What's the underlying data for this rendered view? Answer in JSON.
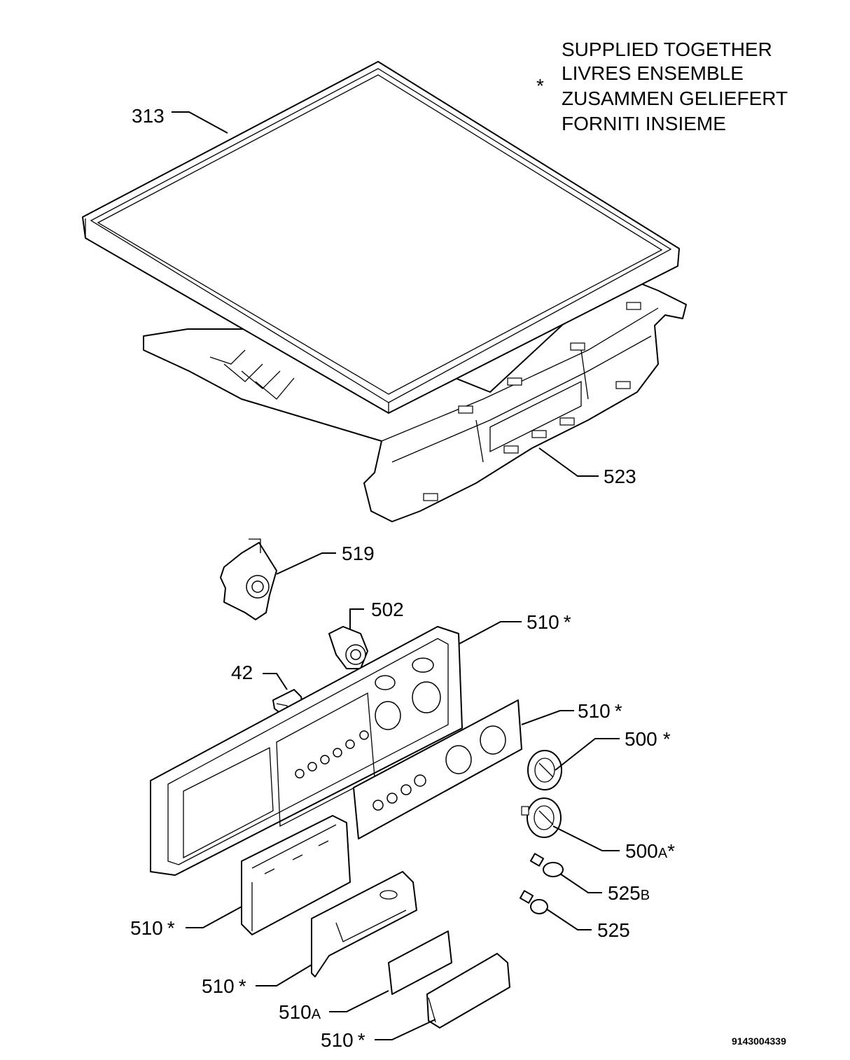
{
  "legend": {
    "symbol": "*",
    "lines": [
      "SUPPLIED TOGETHER",
      "LIVRES ENSEMBLE",
      "ZUSAMMEN GELIEFERT",
      "FORNITI INSIEME"
    ]
  },
  "labels": {
    "p313": "313",
    "p523": "523",
    "p519": "519",
    "p502": "502",
    "p42": "42",
    "p510_fascia": "510",
    "p510_panel": "510",
    "p500": "500",
    "p500A": "500",
    "p525B": "525",
    "p525": "525",
    "p510_dispenser": "510",
    "p510_handle": "510",
    "p510A": "510",
    "p510_cap": "510"
  },
  "suffixes": {
    "star": "*",
    "A": "A",
    "B": "B"
  },
  "document_number": "9143004339"
}
